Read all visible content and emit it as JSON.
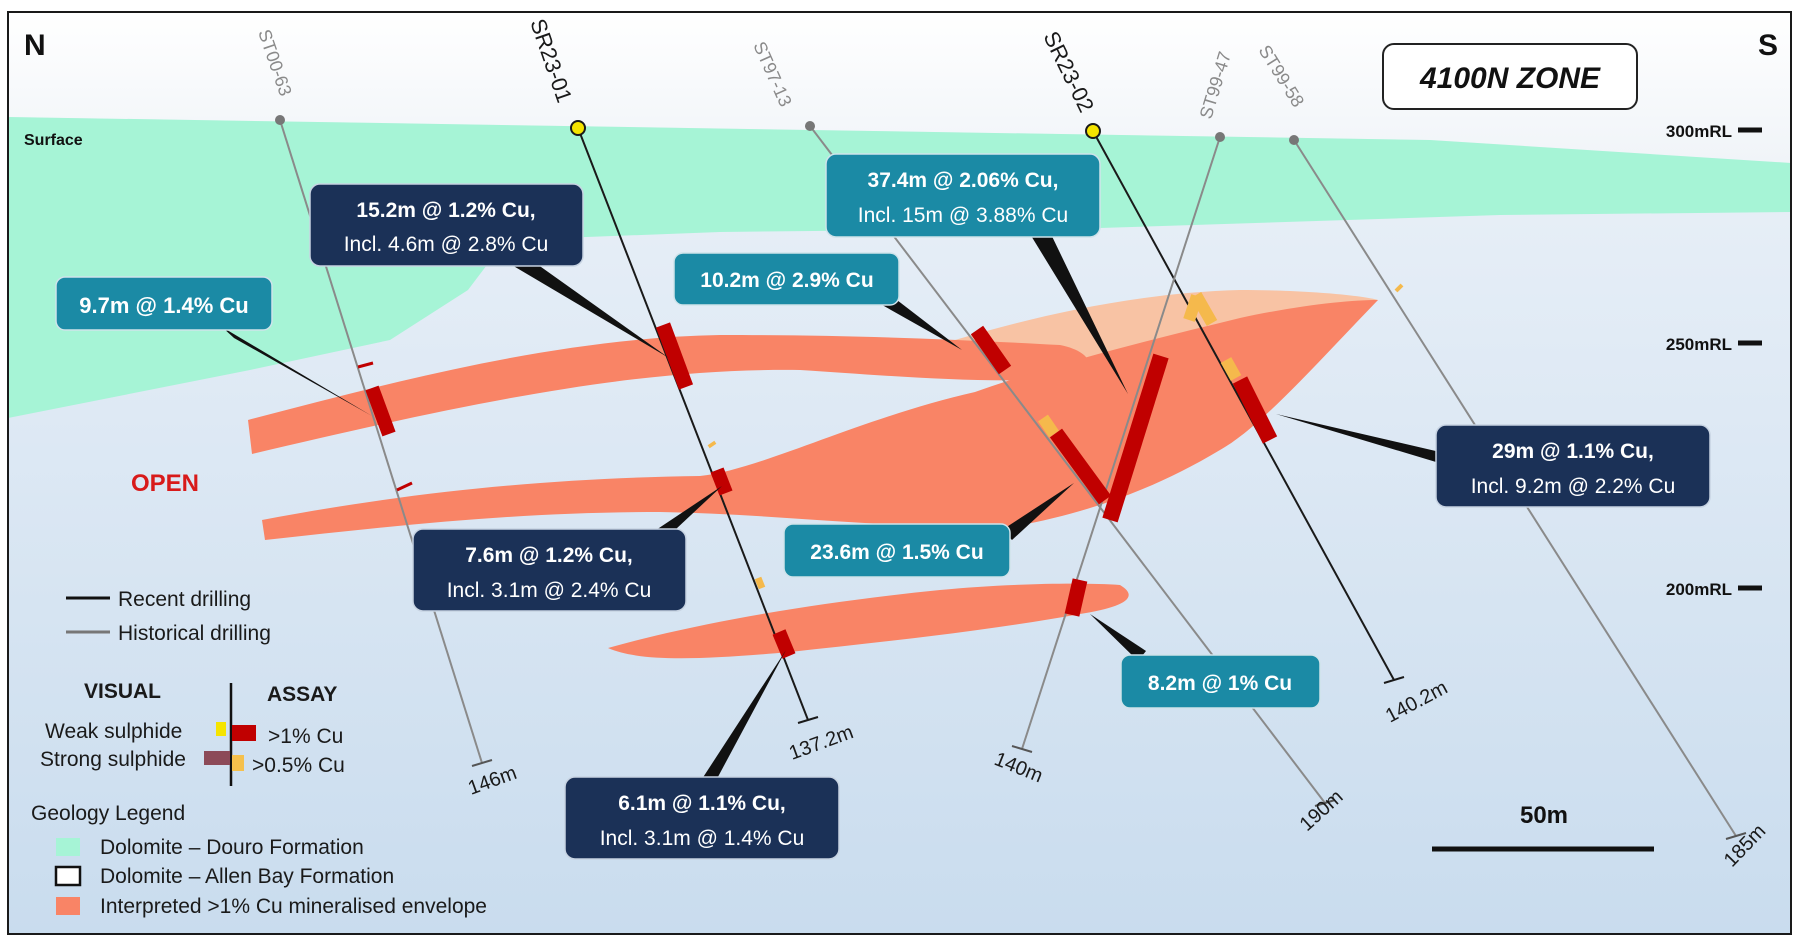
{
  "compass": {
    "north": "N",
    "south": "S"
  },
  "zone_title": "4100N ZONE",
  "surface_label": "Surface",
  "open_label": "OPEN",
  "rl_labels": [
    "300mRL",
    "250mRL",
    "200mRL"
  ],
  "holes": {
    "st00_63": {
      "name": "ST00-63",
      "depth": "146m"
    },
    "sr23_01": {
      "name": "SR23-01",
      "depth": "137.2m"
    },
    "st97_13": {
      "name": "ST97-13",
      "depth": "190m"
    },
    "sr23_02": {
      "name": "SR23-02",
      "depth": "140.2m"
    },
    "st99_47": {
      "name": "ST99-47",
      "depth": "140m"
    },
    "st99_58": {
      "name": "ST99-58",
      "depth": "185m"
    }
  },
  "intercepts": {
    "i1": {
      "line1": "15.2m @ 1.2% Cu,",
      "line2": "Incl. 4.6m @ 2.8% Cu"
    },
    "i2": {
      "line1": "9.7m @ 1.4% Cu"
    },
    "i3": {
      "line1": "37.4m @ 2.06% Cu,",
      "line2": "Incl. 15m @ 3.88% Cu"
    },
    "i4": {
      "line1": "10.2m @ 2.9% Cu"
    },
    "i5": {
      "line1": "29m @ 1.1% Cu,",
      "line2": "Incl. 9.2m @ 2.2% Cu"
    },
    "i6": {
      "line1": "7.6m @ 1.2% Cu,",
      "line2": "Incl. 3.1m @ 2.4% Cu"
    },
    "i7": {
      "line1": "23.6m @ 1.5% Cu"
    },
    "i8": {
      "line1": "8.2m @ 1% Cu"
    },
    "i9": {
      "line1": "6.1m @ 1.1% Cu,",
      "line2": "Incl. 3.1m @ 1.4% Cu"
    }
  },
  "legend": {
    "recent": "Recent drilling",
    "historical": "Historical drilling",
    "visual": "VISUAL",
    "assay": "ASSAY",
    "weak": "Weak sulphide",
    "strong": "Strong sulphide",
    "gt1": ">1% Cu",
    "gt05": ">0.5% Cu",
    "geology_title": "Geology Legend",
    "douro": "Dolomite – Douro Formation",
    "allen_bay": "Dolomite – Allen Bay Formation",
    "envelope": "Interpreted >1% Cu mineralised envelope"
  },
  "scale_bar": "50m",
  "colors": {
    "douro": "#9ff5d5",
    "allen_bay": "#cfe0f0",
    "envelope": "#f98466",
    "high_grade": "#c00000",
    "low_grade": "#f5b94c",
    "dark_box": "#1b3157",
    "teal_box": "#1b8aa5",
    "collar_recent": "#f5e400"
  }
}
